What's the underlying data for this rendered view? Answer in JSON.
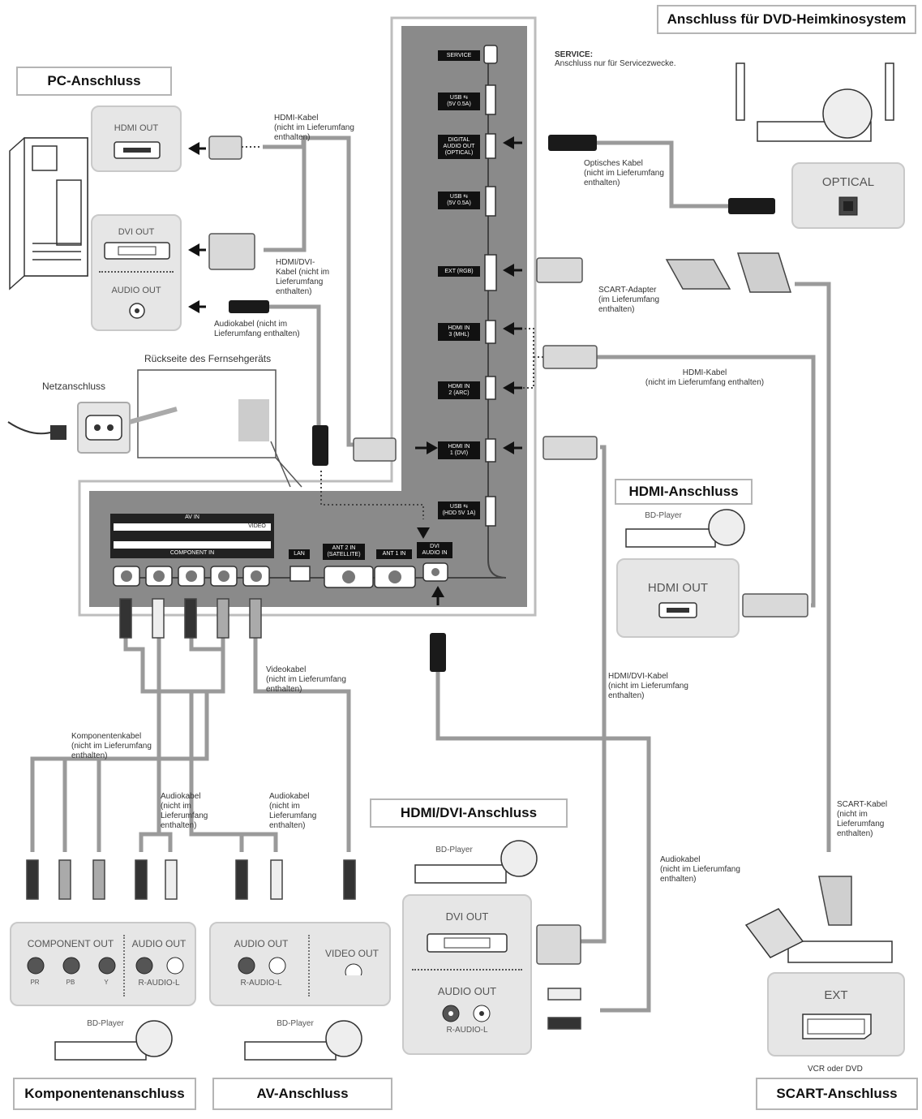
{
  "sections": {
    "dvd_home": "Anschluss für DVD-Heimkinosystem",
    "pc": "PC-Anschluss",
    "hdmi": "HDMI-Anschluss",
    "hdmi_dvi": "HDMI/DVI-Anschluss",
    "component": "Komponentenanschluss",
    "av": "AV-Anschluss",
    "scart": "SCART-Anschluss"
  },
  "tv_ports": {
    "service": "SERVICE",
    "usb1": "USB ⇆\n(5V 0.5A)",
    "digital_audio": "DIGITAL\nAUDIO OUT\n(OPTICAL)",
    "usb2": "USB ⇆\n(5V 0.5A)",
    "ext_rgb": "EXT (RGB)",
    "hdmi3": "HDMI IN\n3 (MHL)",
    "hdmi2": "HDMI IN\n2 (ARC)",
    "hdmi1": "HDMI IN\n1 (DVI)",
    "usb3": "USB ⇆\n(HDD 5V 1A)",
    "av_in": "AV IN",
    "video": "VIDEO",
    "component_in": "COMPONENT IN",
    "lan": "LAN",
    "ant2": "ANT 2 IN\n(SATELLITE)",
    "ant1": "ANT 1 IN",
    "dvi_audio": "DVI\nAUDIO IN"
  },
  "captions": {
    "service_title": "SERVICE:",
    "service_text": "Anschluss nur für Servicezwecke.",
    "hdmi_cable_pc": "HDMI-Kabel\n(nicht im Lieferumfang\nenthalten)",
    "hdmi_dvi_cable_pc": "HDMI/DVI-\nKabel (nicht im\nLieferumfang\nenthalten)",
    "audio_cable_pc": "Audiokabel (nicht im\nLieferumfang enthalten)",
    "tv_back": "Rückseite des Fernsehgeräts",
    "power": "Netzanschluss",
    "optical_cable": "Optisches Kabel\n(nicht im Lieferumfang\nenthalten)",
    "scart_adapter": "SCART-Adapter\n(im Lieferumfang\nenthalten)",
    "hdmi_cable_right": "HDMI-Kabel\n(nicht im Lieferumfang enthalten)",
    "video_cable": "Videokabel\n(nicht im Lieferumfang\nenthalten)",
    "component_cable": "Komponentenkabel\n(nicht im Lieferumfang\nenthalten)",
    "audio_cable_comp": "Audiokabel\n(nicht im\nLieferumfang\nenthalten)",
    "audio_cable_av": "Audiokabel\n(nicht im\nLieferumfang\nenthalten)",
    "hdmi_dvi_cable_right": "HDMI/DVI-Kabel\n(nicht im Lieferumfang\nenthalten)",
    "audio_cable_right": "Audiokabel\n(nicht im Lieferumfang\nenthalten)",
    "scart_cable": "SCART-Kabel\n(nicht im\nLieferumfang\nenthalten)",
    "vcr_dvd": "VCR oder DVD"
  },
  "device_ports": {
    "hdmi_out": "HDMI OUT",
    "dvi_out": "DVI OUT",
    "audio_out": "AUDIO OUT",
    "optical": "OPTICAL",
    "component_out": "COMPONENT OUT",
    "r_audio_l": "R-AUDIO-L",
    "video_out": "VIDEO OUT",
    "ext": "EXT",
    "pr": "PR",
    "pb": "PB",
    "y": "Y"
  },
  "players": {
    "bd": "BD-Player"
  }
}
